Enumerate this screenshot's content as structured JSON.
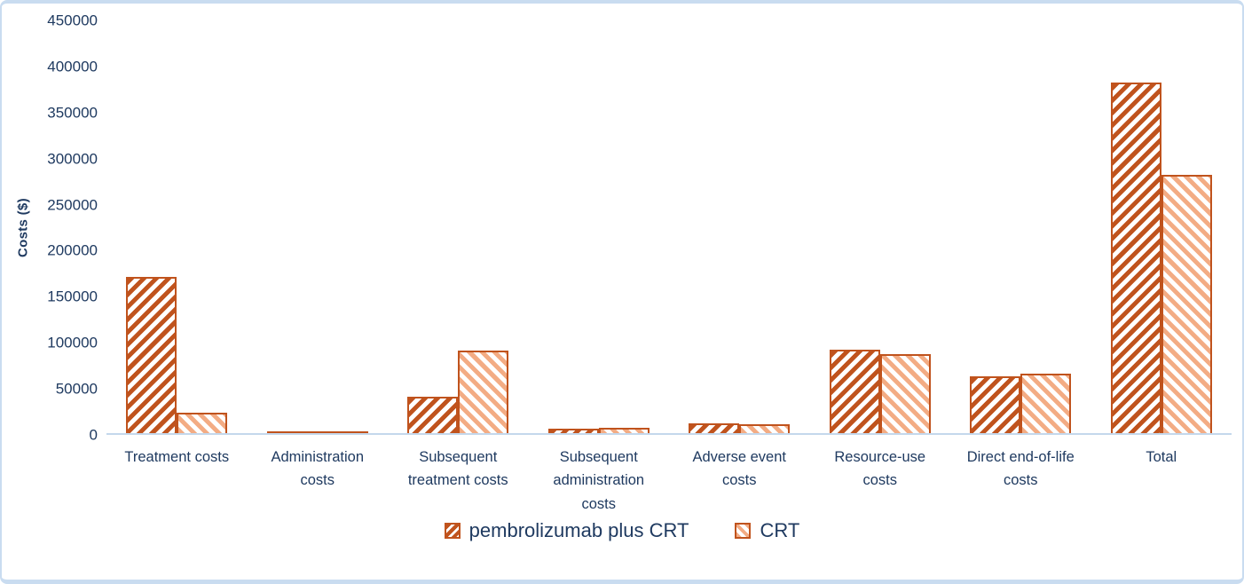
{
  "chart_data": {
    "type": "bar",
    "title": "",
    "xlabel": "",
    "ylabel": "Costs ($)",
    "categories": [
      "Treatment costs",
      "Administration costs",
      "Subsequent treatment costs",
      "Subsequent administration costs",
      "Adverse event costs",
      "Resource-use costs",
      "Direct end-of-life costs",
      "Total"
    ],
    "series": [
      {
        "name": "pembrolizumab plus CRT",
        "values": [
          170000,
          2000,
          40000,
          5000,
          11000,
          91000,
          62000,
          382000
        ]
      },
      {
        "name": "CRT",
        "values": [
          22000,
          2000,
          90000,
          6000,
          10000,
          86000,
          65000,
          282000
        ]
      }
    ],
    "ylim": [
      0,
      450000
    ],
    "yticks": [
      0,
      50000,
      100000,
      150000,
      200000,
      250000,
      300000,
      350000,
      400000,
      450000
    ],
    "grid": false,
    "legend_position": "bottom",
    "hatch": {
      "series1": "forward-diagonal",
      "series2": "backward-diagonal"
    }
  },
  "colors": {
    "series1": "#C0531D",
    "series2": "#F3AC84",
    "bar_border": "#C0531D",
    "axis_text": "#1F3A60",
    "axis_line": "#C4D8EC",
    "frame_border": "#C9DCF0",
    "background": "#FFFFFF"
  }
}
